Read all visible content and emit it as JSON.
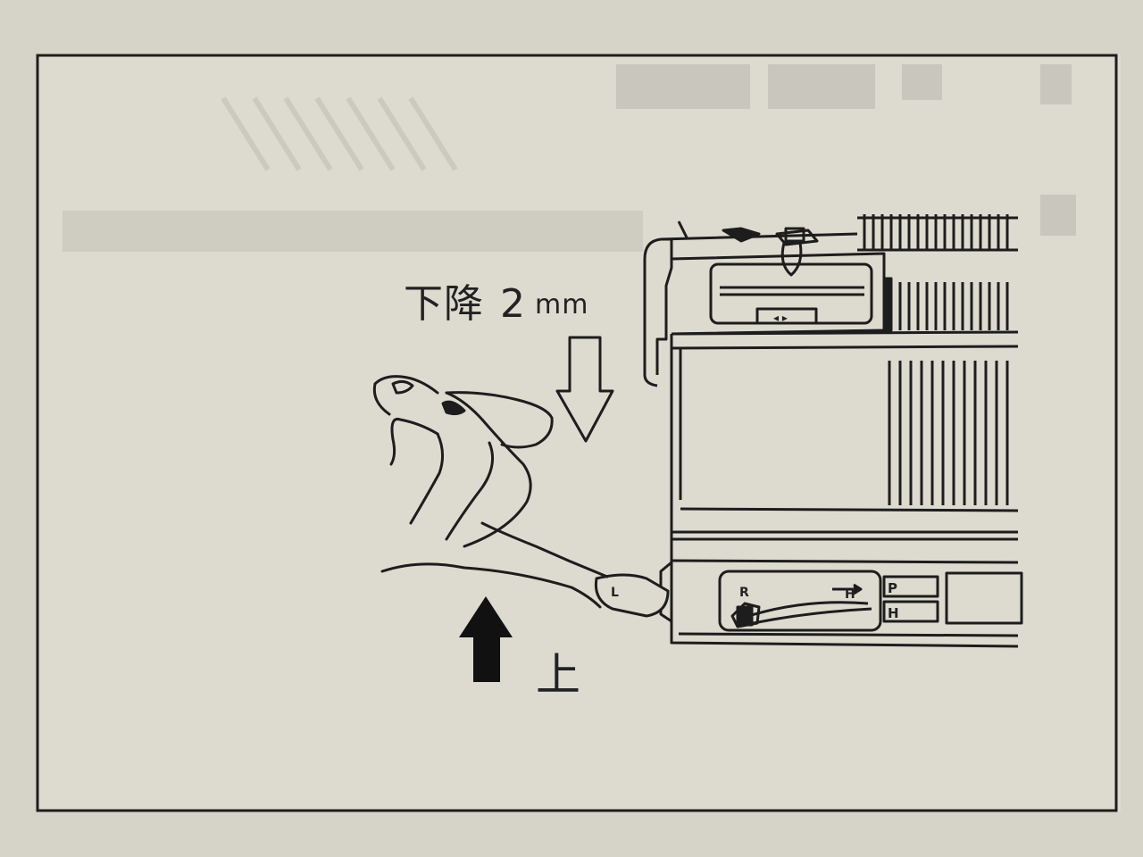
{
  "diagram": {
    "down_label": "下降",
    "down_value": "2",
    "down_unit": "mm",
    "up_label": "上",
    "lever_label": "L",
    "switch_left": "R",
    "switch_right": "H",
    "box_top": "P",
    "box_bottom": "H"
  }
}
